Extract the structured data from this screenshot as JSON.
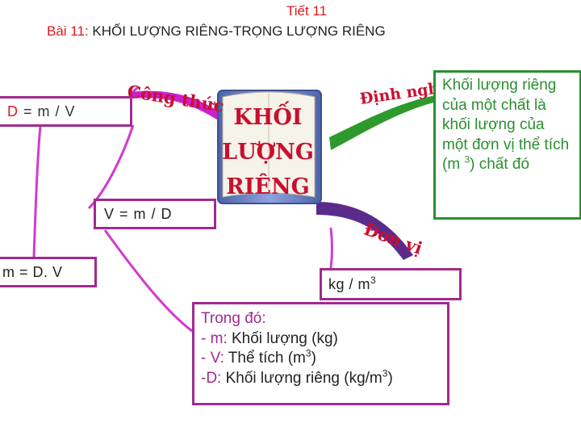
{
  "title": {
    "line1": "Tiết 11",
    "lesson_no": "Bài 11:",
    "lesson_name": " KHỐI LƯỢNG RIÊNG-TRỌNG LƯỢNG RIÊNG"
  },
  "center": {
    "line1": "KHỐI",
    "line2": "LƯỢNG",
    "line3": "RIÊNG"
  },
  "branches": {
    "formula_label": "Công thức",
    "definition_label": "Định nghĩa",
    "unit_label": "Đơn vị"
  },
  "formulas": {
    "d_letter": "D",
    "d_rest": " = m / V",
    "v": "V = m / D",
    "m": "m = D. V"
  },
  "unit": {
    "text": "kg / m",
    "exp": "3"
  },
  "definition": {
    "before": "Khối lượng riêng của một chất là khối lượng của một đơn vị thể tích (m ",
    "exp": "3",
    "after": ") chất đó"
  },
  "legend": {
    "intro": "Trong đó:",
    "m_sym": "- m:",
    "m_text": " Khối lượng (kg)",
    "v_sym": "- V:",
    "v_text": " Thể tích (m",
    "v_exp": "3",
    "v_close": ")",
    "d_sym": "-D:",
    "d_text": " Khối lượng riêng (kg/m",
    "d_exp": "3",
    "d_close": ")"
  },
  "colors": {
    "title_red": "#e0191f",
    "box_border_purple": "#a12a8f",
    "definition_green": "#2a8f2f",
    "branch_green": "#2e9a2e",
    "branch_purple": "#5b2b8c",
    "book_blue": "#6f86c7"
  }
}
